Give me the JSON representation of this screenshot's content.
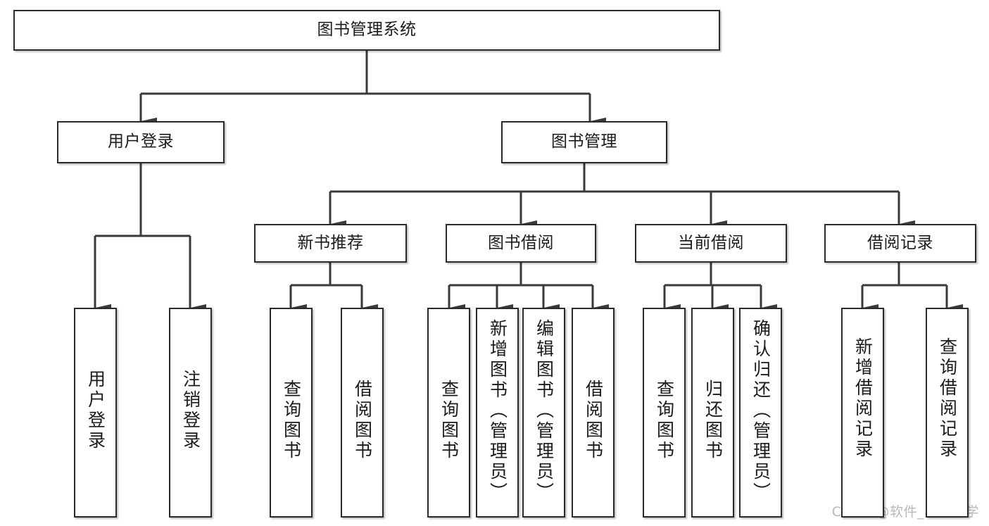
{
  "diagram": {
    "title": "图书管理系统",
    "type": "tree",
    "watermark": "CSDN @软件_小贺同学",
    "colors": {
      "border": "#2b2b2b",
      "text": "#1b1b1b",
      "background": "#ffffff",
      "edge": "#3a3a3a",
      "watermark": "#b9b9b9"
    },
    "nodes": {
      "root": "图书管理系统",
      "level2": {
        "user_login": "用户登录",
        "book_manage": "图书管理"
      },
      "level3": {
        "new_book_recommend": "新书推荐",
        "book_borrow": "图书借阅",
        "current_borrow": "当前借阅",
        "borrow_record": "借阅记录"
      },
      "leaves": {
        "user_login_children": [
          "用户登录",
          "注销登录"
        ],
        "new_book_recommend_children": [
          "查询图书",
          "借阅图书"
        ],
        "book_borrow_children": [
          "查询图书",
          "新增图书（管理员）",
          "编辑图书（管理员）",
          "借阅图书"
        ],
        "current_borrow_children": [
          "查询图书",
          "归还图书",
          "确认归还（管理员）"
        ],
        "borrow_record_children": [
          "新增借阅记录",
          "查询借阅记录"
        ]
      }
    }
  }
}
